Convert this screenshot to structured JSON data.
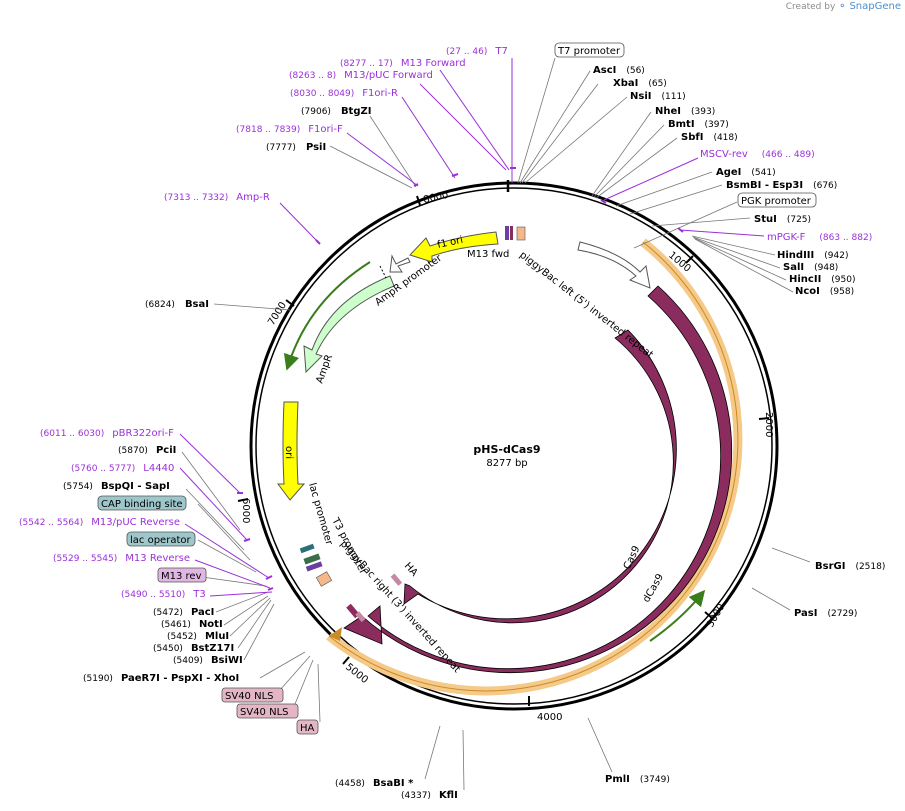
{
  "credit": {
    "prefix": "Created by",
    "brand": "SnapGene"
  },
  "plasmid": {
    "name": "pHS-dCas9",
    "length_label": "8277 bp",
    "length": 8277
  },
  "ticks": [
    "1000",
    "2000",
    "3000",
    "4000",
    "5000",
    "6000",
    "7000",
    "8000"
  ],
  "sites": [
    {
      "name": "AscI",
      "pos": "(56)"
    },
    {
      "name": "XbaI",
      "pos": "(65)"
    },
    {
      "name": "NsiI",
      "pos": "(111)"
    },
    {
      "name": "NheI",
      "pos": "(393)"
    },
    {
      "name": "BmtI",
      "pos": "(397)"
    },
    {
      "name": "SbfI",
      "pos": "(418)"
    },
    {
      "name": "AgeI",
      "pos": "(541)"
    },
    {
      "name": "BsmBI  -  Esp3I",
      "pos": "(676)"
    },
    {
      "name": "StuI",
      "pos": "(725)"
    },
    {
      "name": "HindIII",
      "pos": "(942)"
    },
    {
      "name": "SalI",
      "pos": "(948)"
    },
    {
      "name": "HincII",
      "pos": "(950)"
    },
    {
      "name": "NcoI",
      "pos": "(958)"
    },
    {
      "name": "BsrGI",
      "pos": "(2518)"
    },
    {
      "name": "PasI",
      "pos": "(2729)"
    },
    {
      "name": "PmlI",
      "pos": "(3749)"
    },
    {
      "name": "KflI",
      "pos": "(4337)"
    },
    {
      "name": "BsaBI *",
      "pos": "(4458)"
    },
    {
      "name": "PaeR7I  -  PspXI  -  XhoI",
      "pos": "(5190)"
    },
    {
      "name": "BsiWI",
      "pos": "(5409)"
    },
    {
      "name": "BstZ17I",
      "pos": "(5450)"
    },
    {
      "name": "MluI",
      "pos": "(5452)"
    },
    {
      "name": "NotI",
      "pos": "(5461)"
    },
    {
      "name": "PacI",
      "pos": "(5472)"
    },
    {
      "name": "BspQI  -  SapI",
      "pos": "(5754)"
    },
    {
      "name": "PciI",
      "pos": "(5870)"
    },
    {
      "name": "BsaI",
      "pos": "(6824)"
    },
    {
      "name": "PsiI",
      "pos": "(7777)"
    },
    {
      "name": "BtgZI",
      "pos": "(7906)"
    }
  ],
  "primers": [
    {
      "name": "T7",
      "pos": "(27 .. 46)"
    },
    {
      "name": "M13 Forward",
      "pos": "(8277 .. 17)"
    },
    {
      "name": "M13/pUC Forward",
      "pos": "(8263 .. 8)"
    },
    {
      "name": "F1ori-R",
      "pos": "(8030 .. 8049)"
    },
    {
      "name": "F1ori-F",
      "pos": "(7818 .. 7839)"
    },
    {
      "name": "Amp-R",
      "pos": "(7313 .. 7332)"
    },
    {
      "name": "MSCV-rev",
      "pos": "(466 .. 489)"
    },
    {
      "name": "mPGK-F",
      "pos": "(863 .. 882)"
    },
    {
      "name": "pBR322ori-F",
      "pos": "(6011 .. 6030)"
    },
    {
      "name": "L4440",
      "pos": "(5760 .. 5777)"
    },
    {
      "name": "M13/pUC Reverse",
      "pos": "(5542 .. 5564)"
    },
    {
      "name": "M13 Reverse",
      "pos": "(5529 .. 5545)"
    },
    {
      "name": "T3",
      "pos": "(5490 .. 5510)"
    }
  ],
  "boxed_labels": [
    "T7 promoter",
    "PGK promoter",
    "CAP binding site",
    "lac operator",
    "M13 rev",
    "SV40 NLS",
    "SV40 NLS",
    "HA"
  ],
  "features": [
    "f1 ori",
    "AmpR promoter",
    "AmpR",
    "ori",
    "M13 fwd",
    "piggyBac left (5') inverted repeat",
    "lac promoter",
    "T3 promoter",
    "piggyBac right (3') inverted repeat",
    "HA",
    "Cas9",
    "dCas9"
  ],
  "colors": {
    "primer": "#9b30d9",
    "cas9": "#8b2c5e",
    "f1ori": "#ffff00",
    "ampr": "#ccffcc",
    "orange_band": "#f5c987",
    "promoter": "#ffffff",
    "cap": "#9ec7cc",
    "m13rev_box": "#e2b6e2",
    "sv40_box": "#e3b5c5"
  }
}
